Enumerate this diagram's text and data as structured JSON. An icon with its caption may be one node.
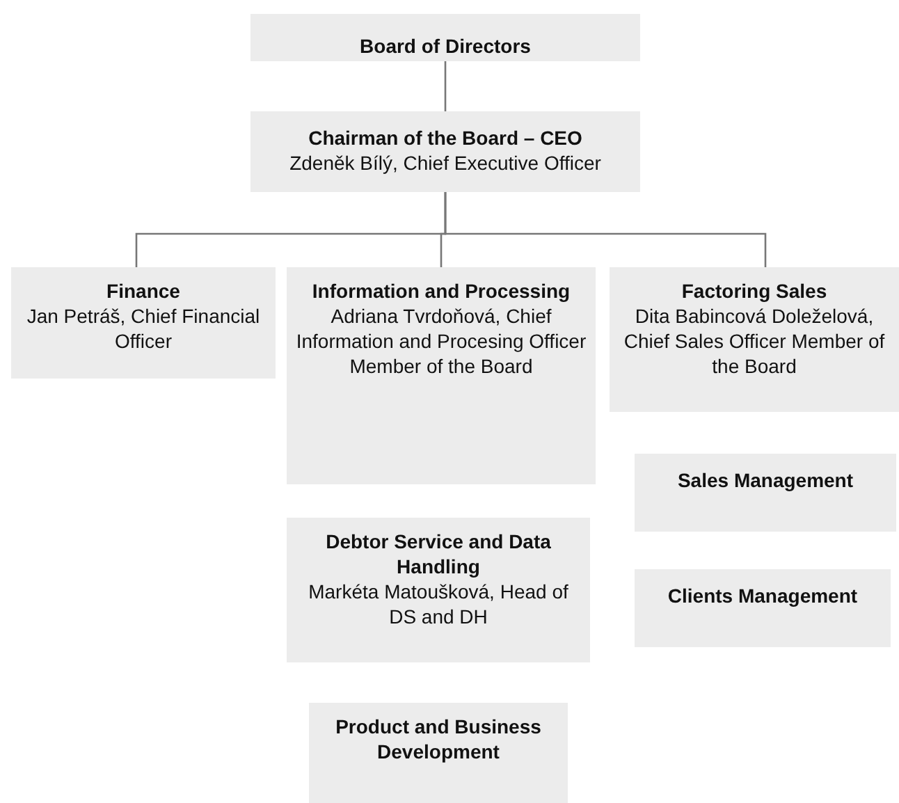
{
  "diagram": {
    "nodes": [
      {
        "text": [
          "Board of Directors"
        ]
      },
      {
        "text": [
          "Chairman of the Board – CEO",
          "Zdeněk Bílý, Chief Executive Officer"
        ]
      },
      {
        "text": [
          "Finance",
          "Jan Petráš, Chief Financial Officer"
        ]
      },
      {
        "text": [
          "Information and Processing",
          "Adriana Tvrdoňová, Chief Information and Procesing Officer Member of the Board"
        ]
      },
      {
        "text": [
          "Factoring Sales",
          "Dita Babincová Doleželová, Chief Sales Officer Member of the Board"
        ]
      },
      {
        "text": [
          "Sales Management"
        ]
      },
      {
        "text": [
          "Debtor Service and Data Handling",
          "Markéta Matoušková, Head of DS and DH"
        ]
      },
      {
        "text": [
          "Clients Management"
        ]
      },
      {
        "text": [
          "Product and Business Development"
        ]
      }
    ],
    "edges": [
      {
        "from": 0,
        "to": 1,
        "arrow": "none"
      },
      {
        "from": 1,
        "to": 2,
        "arrow": "none"
      },
      {
        "from": 1,
        "to": 3,
        "arrow": "none"
      },
      {
        "from": 1,
        "to": 4,
        "arrow": "none"
      }
    ]
  }
}
